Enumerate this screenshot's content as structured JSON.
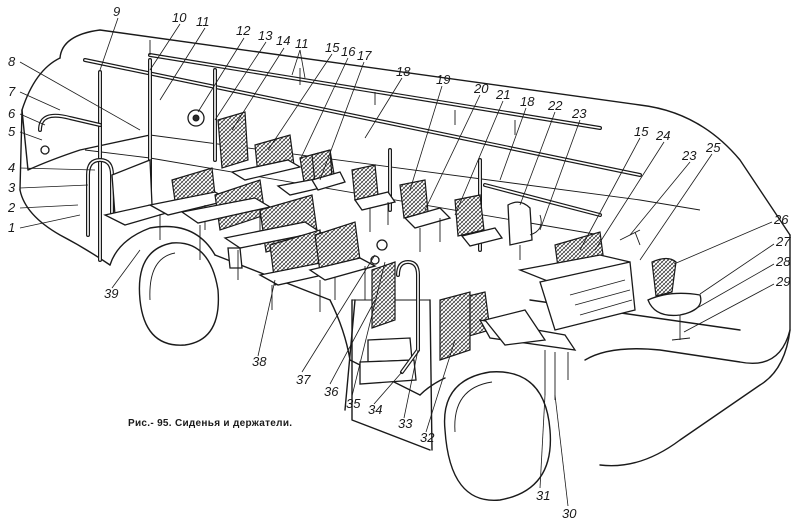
{
  "caption": "Рис.- 95. Сиденья и держатели.",
  "callouts": [
    "1",
    "2",
    "3",
    "4",
    "5",
    "6",
    "7",
    "8",
    "9",
    "10",
    "11",
    "11",
    "12",
    "13",
    "14",
    "15",
    "16",
    "17",
    "18",
    "18",
    "19",
    "20",
    "21",
    "22",
    "23",
    "23",
    "24",
    "25",
    "26",
    "27",
    "28",
    "29",
    "30",
    "31",
    "32",
    "33",
    "34",
    "35",
    "36",
    "37",
    "38",
    "39",
    "15"
  ]
}
